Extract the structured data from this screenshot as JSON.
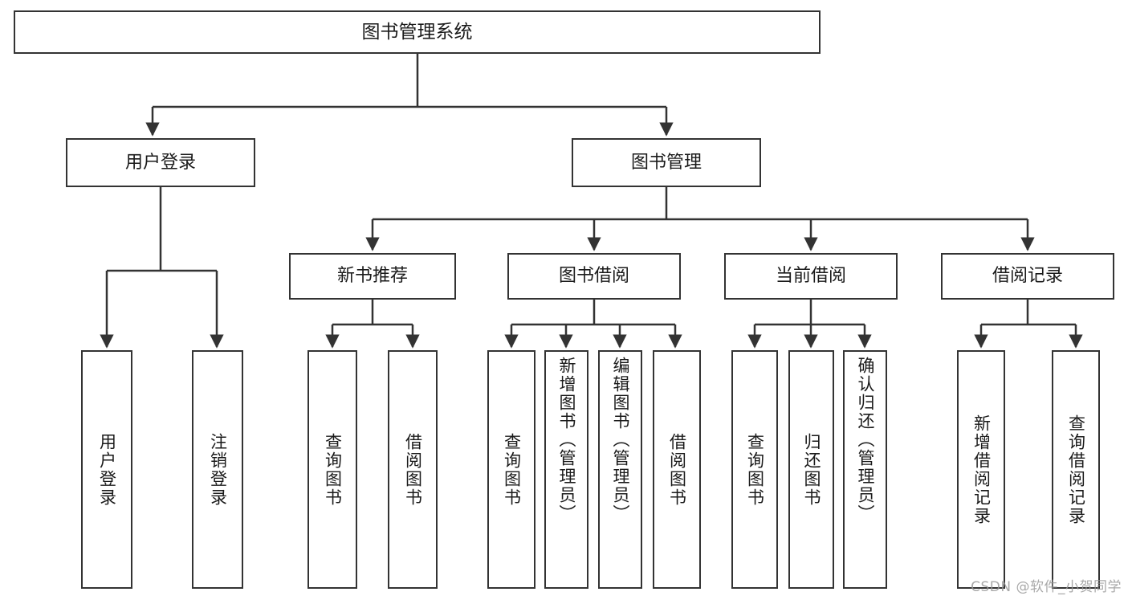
{
  "diagram": {
    "title": "图书管理系统",
    "watermark": "CSDN @软件_小贺同学",
    "colors": {
      "stroke": "#333333",
      "fill": "#ffffff",
      "text": "#1a1a1a",
      "watermark": "#9a9a9a"
    },
    "nodes": {
      "root": {
        "label": "图书管理系统"
      },
      "level2": [
        {
          "label": "用户登录"
        },
        {
          "label": "图书管理"
        }
      ],
      "level3": [
        {
          "label": "新书推荐"
        },
        {
          "label": "图书借阅"
        },
        {
          "label": "当前借阅"
        },
        {
          "label": "借阅记录"
        }
      ],
      "leaves": {
        "user_login": [
          {
            "label": "用户登录"
          },
          {
            "label": "注销登录"
          }
        ],
        "new_book": [
          {
            "label": "查询图书"
          },
          {
            "label": "借阅图书"
          }
        ],
        "book_borrow": [
          {
            "label": "查询图书"
          },
          {
            "label": "新增图书（管理员）"
          },
          {
            "label": "编辑图书（管理员）"
          },
          {
            "label": "借阅图书"
          }
        ],
        "current_borrow": [
          {
            "label": "查询图书"
          },
          {
            "label": "归还图书"
          },
          {
            "label": "确认归还（管理员）"
          }
        ],
        "borrow_record": [
          {
            "label": "新增借阅记录"
          },
          {
            "label": "查询借阅记录"
          }
        ]
      }
    }
  }
}
